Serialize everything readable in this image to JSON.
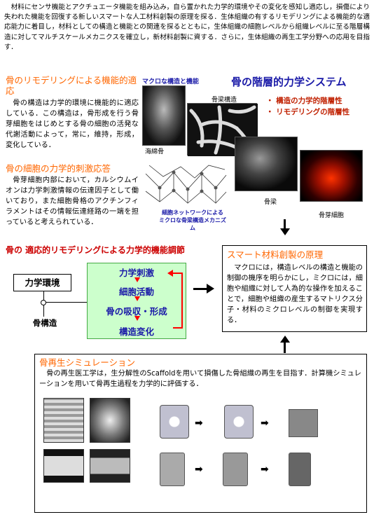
{
  "intro": {
    "text": "材料にセンサ機能とアクチュエータ機能を組み込み，自ら置かれた力学的環境やその変化を感知し適応し，損傷により失われた機能を回復する新しいスマートな人工材料創製の原理を探る．生体組織の有するリモデリングによる機能的な適応能力に着目し，材料としての構造と機能との関連を探るとともに，生体組織の細胞レベルから組織レベルに至る階層構造に対してマルチスケールメカニクスを確立し，新材料創製に資する．さらに，生体組織の再生工学分野への応用を目指す．"
  },
  "remodeling": {
    "title": "骨のリモデリングによる機能的適応",
    "text": "骨の構造は力学的環境に機能的に適応している．この構造は，骨形成を行う骨芽細胞をはじめとする骨の細胞の活発な代謝活動によって，常に，維持，形成，変化している．"
  },
  "stimulus": {
    "title": "骨の細胞の力学的刺激応答",
    "text": "骨芽細胞内部において，カルシウムイオンは力学刺激情報の伝達因子として働いており，また細胞骨格のアクチンフィラメントはその情報伝達経路の一端を担っていると考えられている．"
  },
  "hierarchy": {
    "title": "骨の階層的力学システム",
    "bullets": [
      "構造の力学的階層性",
      "リモデリングの階層性"
    ],
    "labels": {
      "macro": "マクロな構造と機能",
      "bone_structure": "骨梁構造",
      "cancellous": "海綿骨",
      "trabecula": "骨梁",
      "osteoblast": "骨芽細胞",
      "network_1": "細胞ネットワークによる",
      "network_2": "ミクロな骨梁構造メカニズム"
    }
  },
  "functional": {
    "title": "骨の 適応的リモデリングによる力学的機能調節",
    "mech_env": "力学環境",
    "bone_struct": "骨構造",
    "flow": [
      "力学刺激",
      "細胞活動",
      "骨の吸収・形成",
      "構造変化"
    ]
  },
  "smart": {
    "title": "スマート材料創製の原理",
    "text": "マクロには，構造レベルの構造と機能の制御の機序を明らかにし，ミクロには，細胞や組織に対して人為的な操作を加えることで，細胞や組織の産生するマトリクス分子・材料のミクロレベルの制御を実現する．"
  },
  "regen": {
    "title": "骨再生シミュレーション",
    "text": "骨の再生医工学は，生分解性のScaffoldを用いて損傷した骨組織の再生を目指す．計算機シミュレーションを用いて骨再生過程を力学的に評価する．"
  }
}
